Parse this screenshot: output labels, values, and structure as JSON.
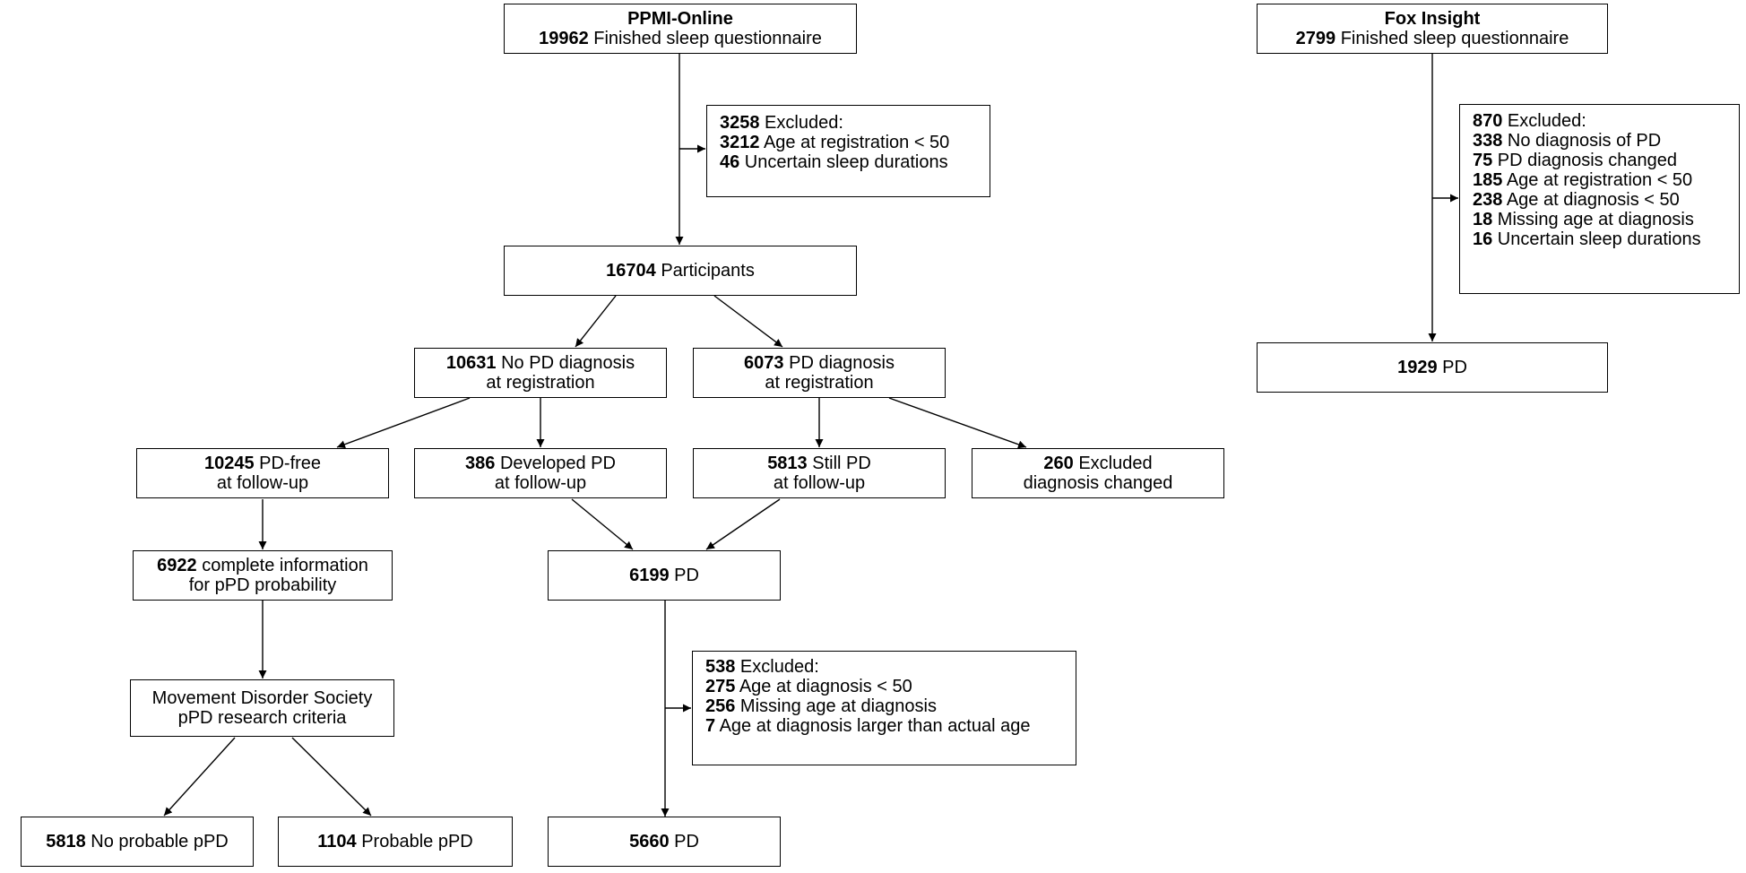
{
  "ppmi_top": {
    "title": "PPMI-Online",
    "n": "19962",
    "text": " Finished sleep questionnaire"
  },
  "ppmi_excl": {
    "head": {
      "n": "3258",
      "text": " Excluded:"
    },
    "items": [
      {
        "n": "3212",
        "text": " Age at registration < 50"
      },
      {
        "n": "46",
        "text": " Uncertain sleep durations"
      }
    ]
  },
  "participants": {
    "n": "16704",
    "text": " Participants"
  },
  "no_pd_reg": {
    "n": "10631",
    "text1": " No PD diagnosis",
    "text2": "at registration"
  },
  "pd_reg": {
    "n": "6073",
    "text1": " PD diagnosis",
    "text2": "at registration"
  },
  "pd_free": {
    "n": "10245",
    "text1": " PD-free",
    "text2": "at follow-up"
  },
  "developed_pd": {
    "n": "386",
    "text1": " Developed PD",
    "text2": "at follow-up"
  },
  "still_pd": {
    "n": "5813",
    "text1": " Still PD",
    "text2": "at follow-up"
  },
  "excluded_changed": {
    "n": "260",
    "text1": " Excluded",
    "text2": "diagnosis changed"
  },
  "complete_info": {
    "n": "6922",
    "text1": " complete information",
    "text2": "for pPD probability"
  },
  "pd_6199": {
    "n": "6199",
    "text": " PD"
  },
  "mds": {
    "line1": "Movement Disorder Society",
    "line2": "pPD research criteria"
  },
  "pd_excl": {
    "head": {
      "n": "538",
      "text": " Excluded:"
    },
    "items": [
      {
        "n": "275",
        "text": " Age at diagnosis < 50"
      },
      {
        "n": "256",
        "text": " Missing age at diagnosis"
      },
      {
        "n": "7",
        "text": " Age at diagnosis larger than actual age"
      }
    ]
  },
  "no_probable": {
    "n": "5818",
    "text": " No probable pPD"
  },
  "probable": {
    "n": "1104",
    "text": " Probable pPD"
  },
  "pd_5660": {
    "n": "5660",
    "text": " PD"
  },
  "fox_top": {
    "title": "Fox Insight",
    "n": "2799",
    "text": " Finished sleep questionnaire"
  },
  "fox_excl": {
    "head": {
      "n": "870",
      "text": " Excluded:"
    },
    "items": [
      {
        "n": "338",
        "text": " No diagnosis of PD"
      },
      {
        "n": "75",
        "text": " PD diagnosis changed"
      },
      {
        "n": "185",
        "text": " Age at registration < 50"
      },
      {
        "n": "238",
        "text": " Age at diagnosis < 50"
      },
      {
        "n": "18",
        "text": " Missing age at diagnosis"
      },
      {
        "n": "16",
        "text": " Uncertain sleep durations"
      }
    ]
  },
  "pd_1929": {
    "n": "1929",
    "text": " PD"
  }
}
